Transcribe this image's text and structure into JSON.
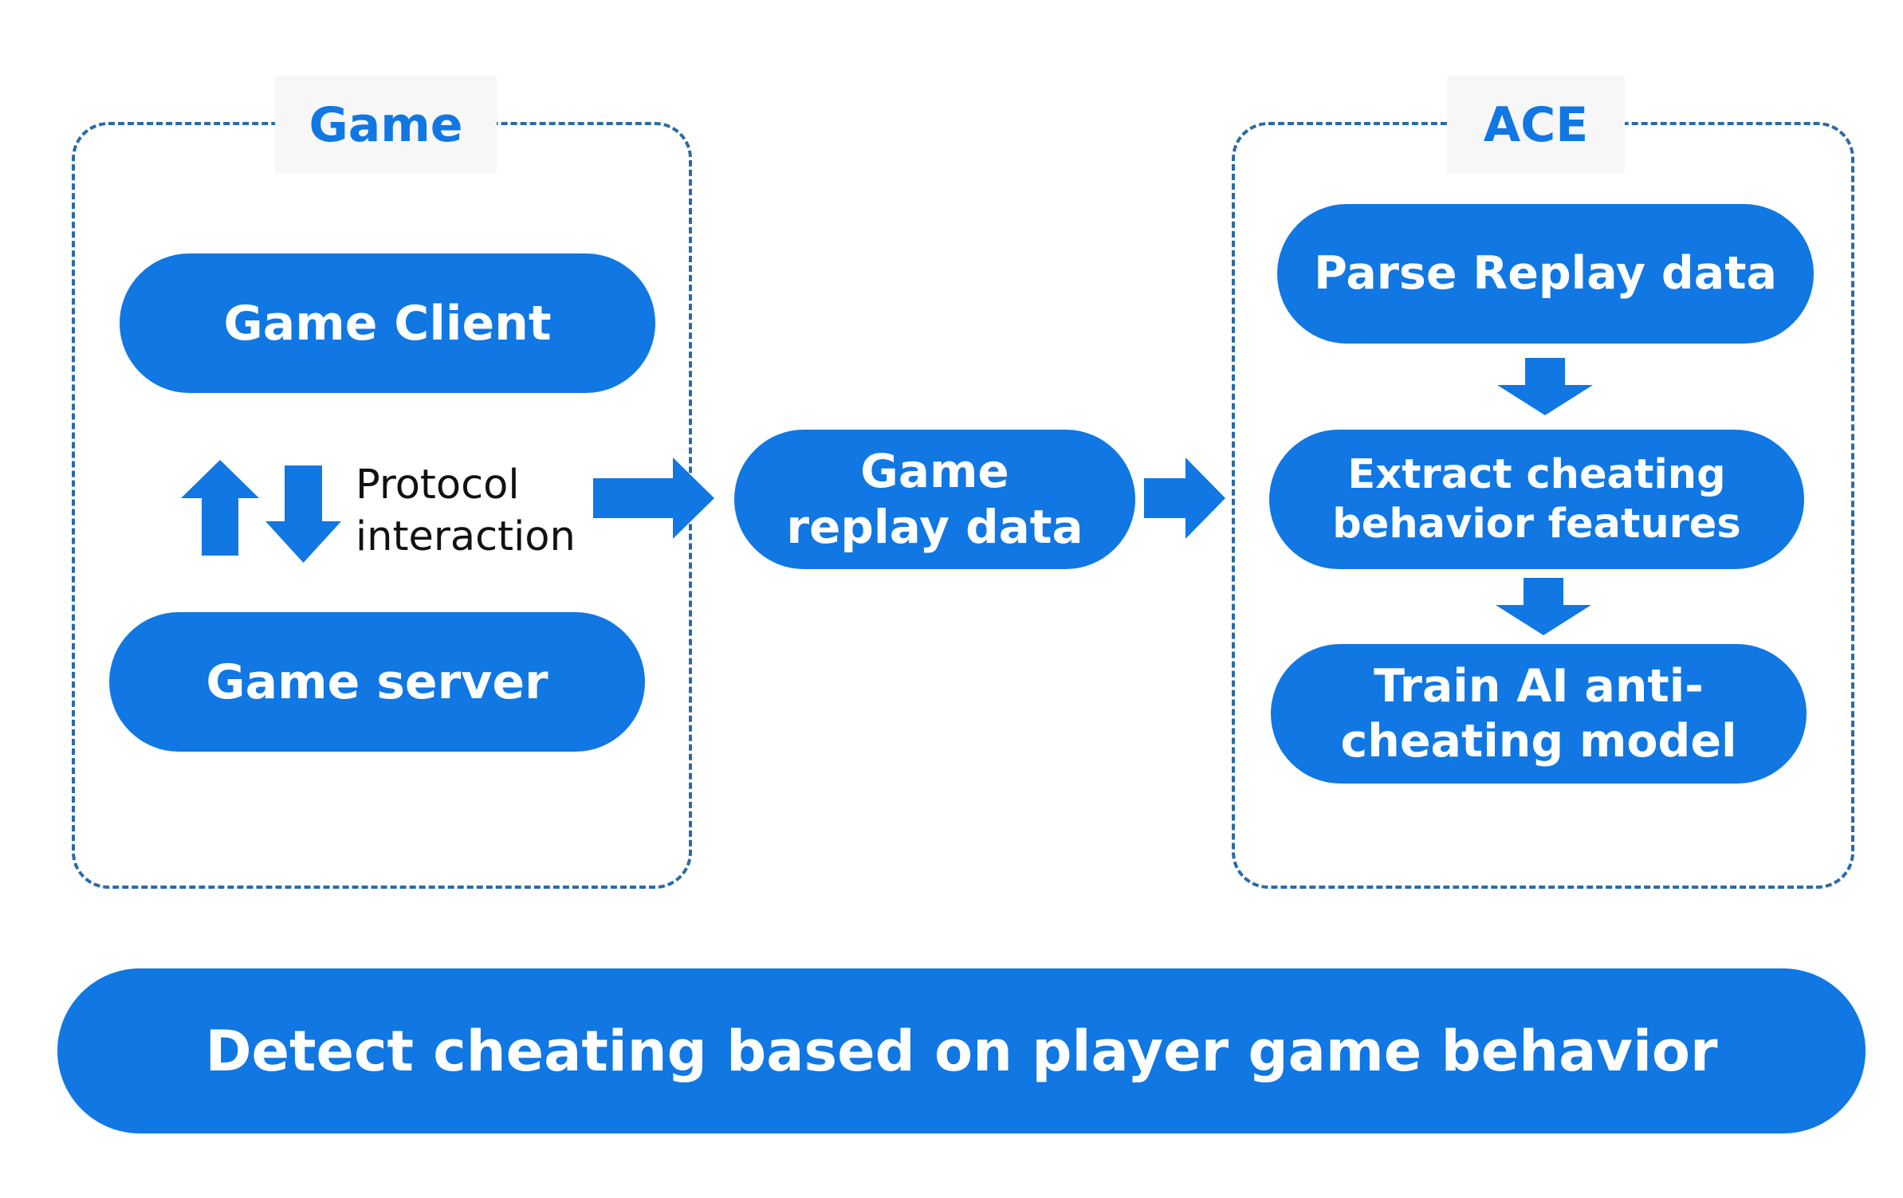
{
  "colors": {
    "accent": "#1077e3",
    "border": "#2a6aa7",
    "label_bg": "#f7f7f7",
    "text_on_accent": "#ffffff",
    "text_dark": "#111111"
  },
  "game_group": {
    "label": "Game",
    "client": "Game Client",
    "protocol": "Protocol\ninteraction",
    "server": "Game server"
  },
  "replay": {
    "label": "Game\nreplay data"
  },
  "ace_group": {
    "label": "ACE",
    "parse": "Parse Replay data",
    "extract": "Extract cheating\nbehavior features",
    "train": "Train AI anti-\ncheating model"
  },
  "footer": {
    "label": "Detect cheating based on player game behavior"
  },
  "icons": {
    "up": "arrow-up-icon",
    "down": "arrow-down-icon",
    "right": "arrow-right-icon"
  }
}
